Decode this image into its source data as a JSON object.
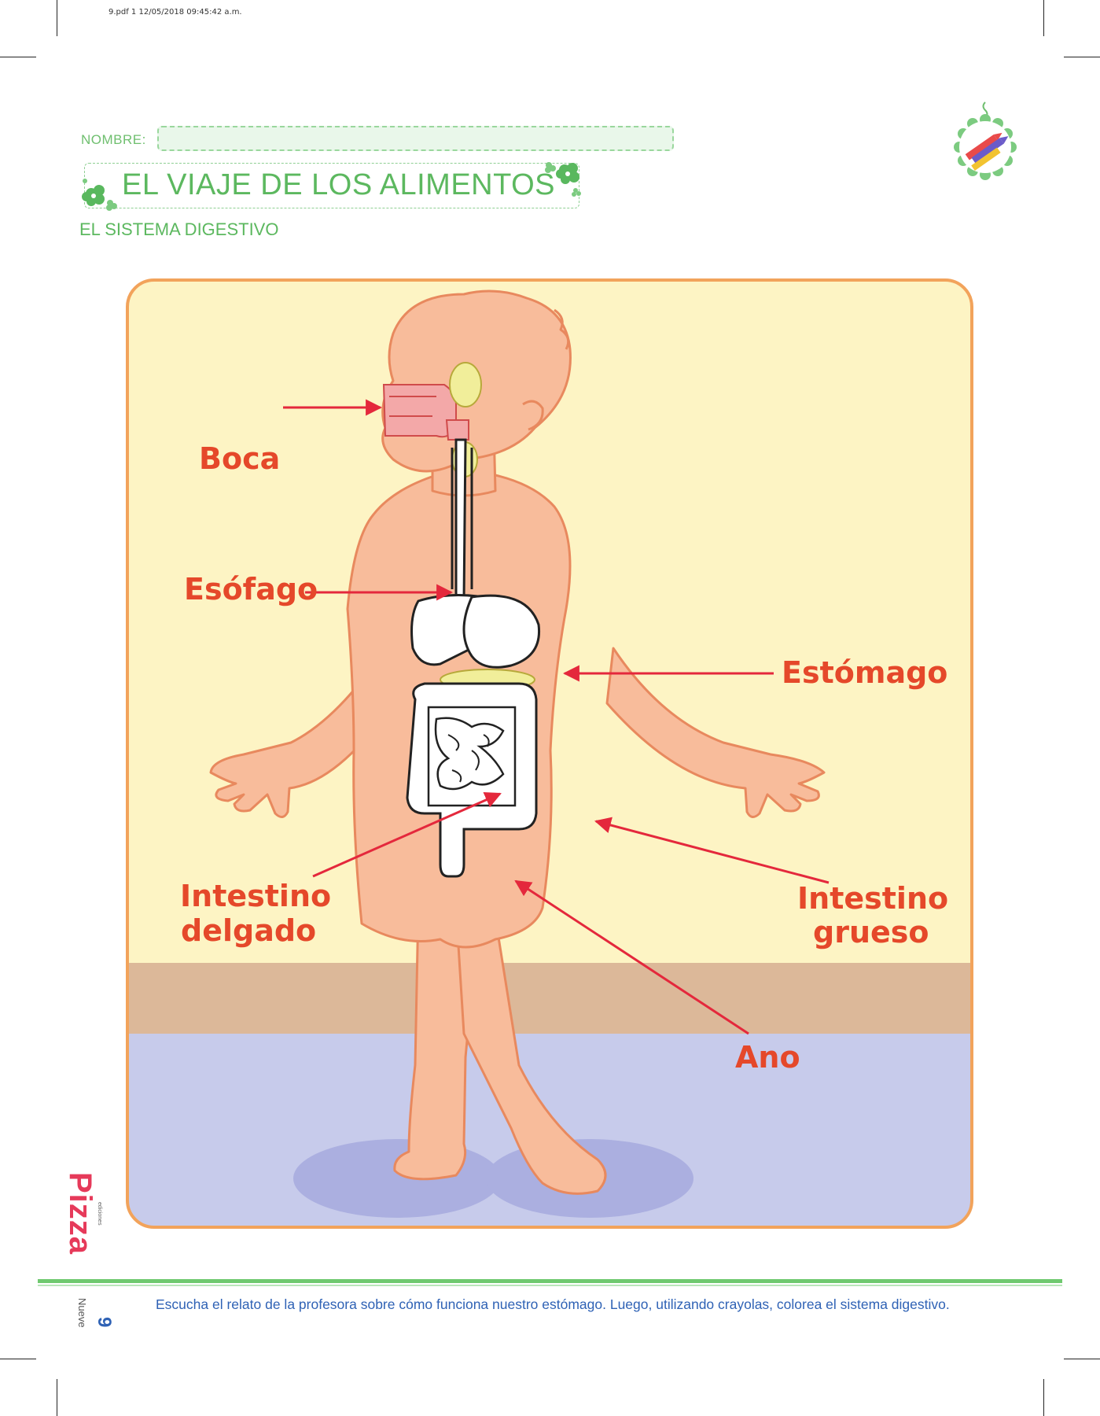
{
  "file_info": "9.pdf   1   12/05/2018   09:45:42 a.m.",
  "header": {
    "name_label": "NOMBRE:",
    "title": "EL VIAJE DE LOS ALIMENTOS",
    "subtitle": "EL SISTEMA DIGESTIVO"
  },
  "diagram": {
    "labels": {
      "boca": "Boca",
      "esofago": "Esófago",
      "estomago": "Estómago",
      "intestino_delgado_1": "Intestino",
      "intestino_delgado_2": "delgado",
      "intestino_grueso_1": "Intestino",
      "intestino_grueso_2": "grueso",
      "ano": "Ano"
    },
    "colors": {
      "label": "#e5482a",
      "wall": "#fdf4c4",
      "baseboard": "#dcb899",
      "floor": "#c7cbeb",
      "skin": "#f8bc9b",
      "skin_outline": "#e8895e",
      "frame": "#f2a35b"
    }
  },
  "footer": {
    "instruction": "Escucha el relato de la profesora sobre cómo funciona nuestro estómago. Luego, utilizando crayolas, colorea el sistema digestivo.",
    "page_number": "9",
    "page_word": "Nueve",
    "brand": "Pizza",
    "brand_small": "ediciones"
  }
}
